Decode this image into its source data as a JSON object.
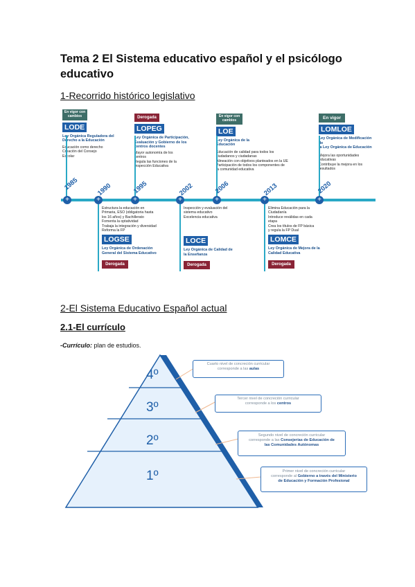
{
  "title": "Tema 2 El Sistema educativo español y el psicólogo educativo",
  "title_line1": "Tema 2 El Sistema educativo español y el psicólogo",
  "title_line2": "educativo",
  "section1": "1-Recorrido histórico legislativo",
  "timeline": {
    "events": [
      {
        "year": "1985",
        "law": "LODE",
        "badge": "En vigor con cambios",
        "full_line1": "Ley Orgánica Reguladora del",
        "full_line2": "Derecho a la Educación",
        "points": [
          "Educación como derecho",
          "Creación del Consejo",
          "Escolar"
        ]
      },
      {
        "year": "1990",
        "law": "LOGSE",
        "badge": "Derogada",
        "full_line1": "Ley Orgánica de Ordenación",
        "full_line2": "General del Sistema Educativo",
        "points": [
          "Estructura la educación en",
          "Primaria, ESO (obligatoria hasta",
          "los 16 años) y Bachillerato",
          "Fomenta la optatividad",
          "Trabaja la integración y diversidad",
          "Reforma la FP"
        ]
      },
      {
        "year": "1995",
        "law": "LOPEG",
        "badge": "Derogada",
        "full_line1": "Ley Orgánica de Participación,",
        "full_line2": "Evaluación y Gobierno de los",
        "full_line3": "centros docentes",
        "points": [
          "Mayor autonomía de los",
          "centros",
          "Regula las funciones de la",
          "Inspección Educativa"
        ]
      },
      {
        "year": "2002",
        "law": "LOCE",
        "badge": "Derogada",
        "full_line1": "Ley Orgánica de Calidad de",
        "full_line2": "la Enseñanza",
        "points": [
          "Inspección y evaluación del",
          "sistema educativo",
          "Excelencia educativa"
        ]
      },
      {
        "year": "2006",
        "law": "LOE",
        "badge": "En vigor con cambios",
        "full_line1": "Ley Orgánica de la",
        "full_line2": "Educación",
        "points": [
          "Educación de calidad para todos los",
          "ciudadanos y ciudadanas",
          "Alineación con objetivos planteados en la UE",
          "Participación de todos los componentes de",
          "la comunidad educativa"
        ]
      },
      {
        "year": "2013",
        "law": "LOMCE",
        "badge": "Derogada",
        "full_line1": "Ley Orgánica de Mejora de la",
        "full_line2": "Calidad Educativa",
        "points": [
          "Elimina Educación para la",
          "Ciudadanía",
          "Introduce reválidas en cada",
          "etapa",
          "Crea los títulos de FP básica",
          "y regula la FP Dual"
        ]
      },
      {
        "year": "2020",
        "law": "LOMLOE",
        "badge": "En vigor",
        "full_line1": "Ley Orgánica de Modificación de",
        "full_line2": "la Ley Orgánica de Educación",
        "points": [
          "Mejora las oportunidades",
          "educativas",
          "Contribuye la mejora en los",
          "resultados"
        ]
      }
    ]
  },
  "section2": "2-El Sistema Educativo Español actual",
  "section21": "2.1-El currículo",
  "curriculo_label": "-Currículo:",
  "curriculo_text": " plan de estudios.",
  "pyramid": {
    "levels": [
      {
        "label": "4º",
        "line1": "Cuarto nivel de concreción curricular",
        "line2_pre": "corresponde a las ",
        "line2_bold": "aulas",
        "line3_bold": ""
      },
      {
        "label": "3º",
        "line1": "Tercer nivel de concreción curricular",
        "line2_pre": "corresponde a los ",
        "line2_bold": "centros",
        "line3_bold": ""
      },
      {
        "label": "2º",
        "line1": "Segundo nivel de concreción curricular",
        "line2_pre": "corresponde a las ",
        "line2_bold": "Consejerías de Educación de",
        "line3_bold": "las Comunidades Autónomas"
      },
      {
        "label": "1º",
        "line1": "Primer nivel de concreción curricular",
        "line2_pre": "corresponde al ",
        "line2_bold": "Gobierno a través del Ministerio",
        "line3_bold": "de Educación y Formación Profesional"
      }
    ]
  },
  "colors": {
    "law_blue": "#1f5fa8",
    "timeline": "#29a8c6",
    "green_badge": "#3e6e68",
    "red_badge": "#8a2436"
  }
}
